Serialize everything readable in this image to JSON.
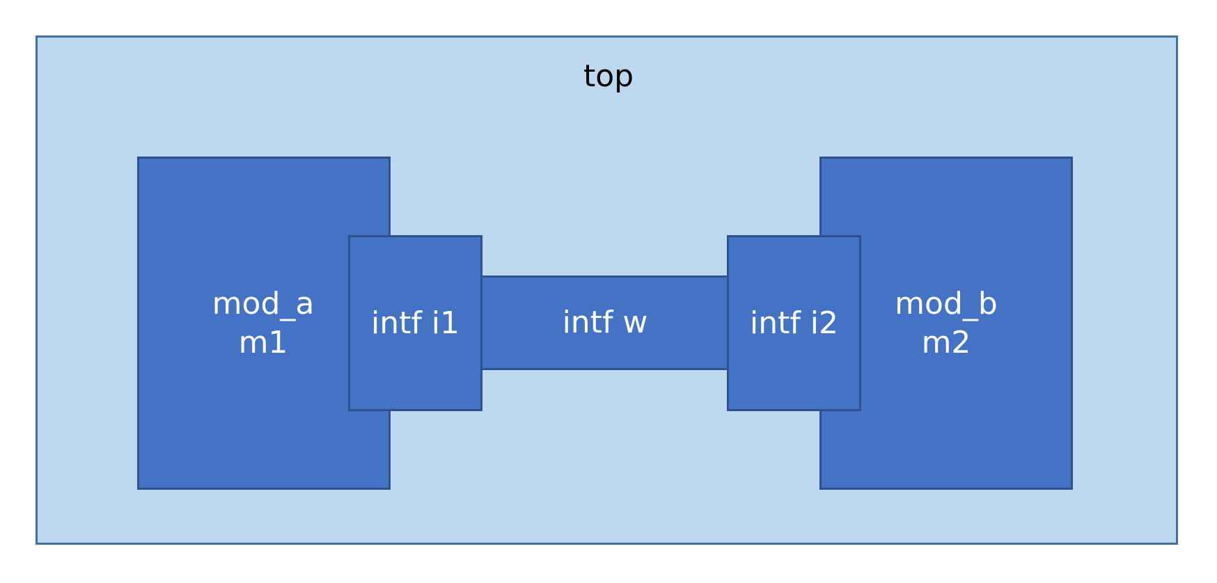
{
  "diagram": {
    "top": {
      "label": "top"
    },
    "mod_a": {
      "type_label": "mod_a",
      "instance_label": "m1"
    },
    "mod_b": {
      "type_label": "mod_b",
      "instance_label": "m2"
    },
    "intf_i1": {
      "label": "intf i1"
    },
    "intf_w": {
      "label": "intf w"
    },
    "intf_i2": {
      "label": "intf i2"
    }
  },
  "colors": {
    "container_fill": "#bdd7ee",
    "container_border": "#41719c",
    "block_fill": "#4472c4",
    "block_border": "#2f528f"
  }
}
